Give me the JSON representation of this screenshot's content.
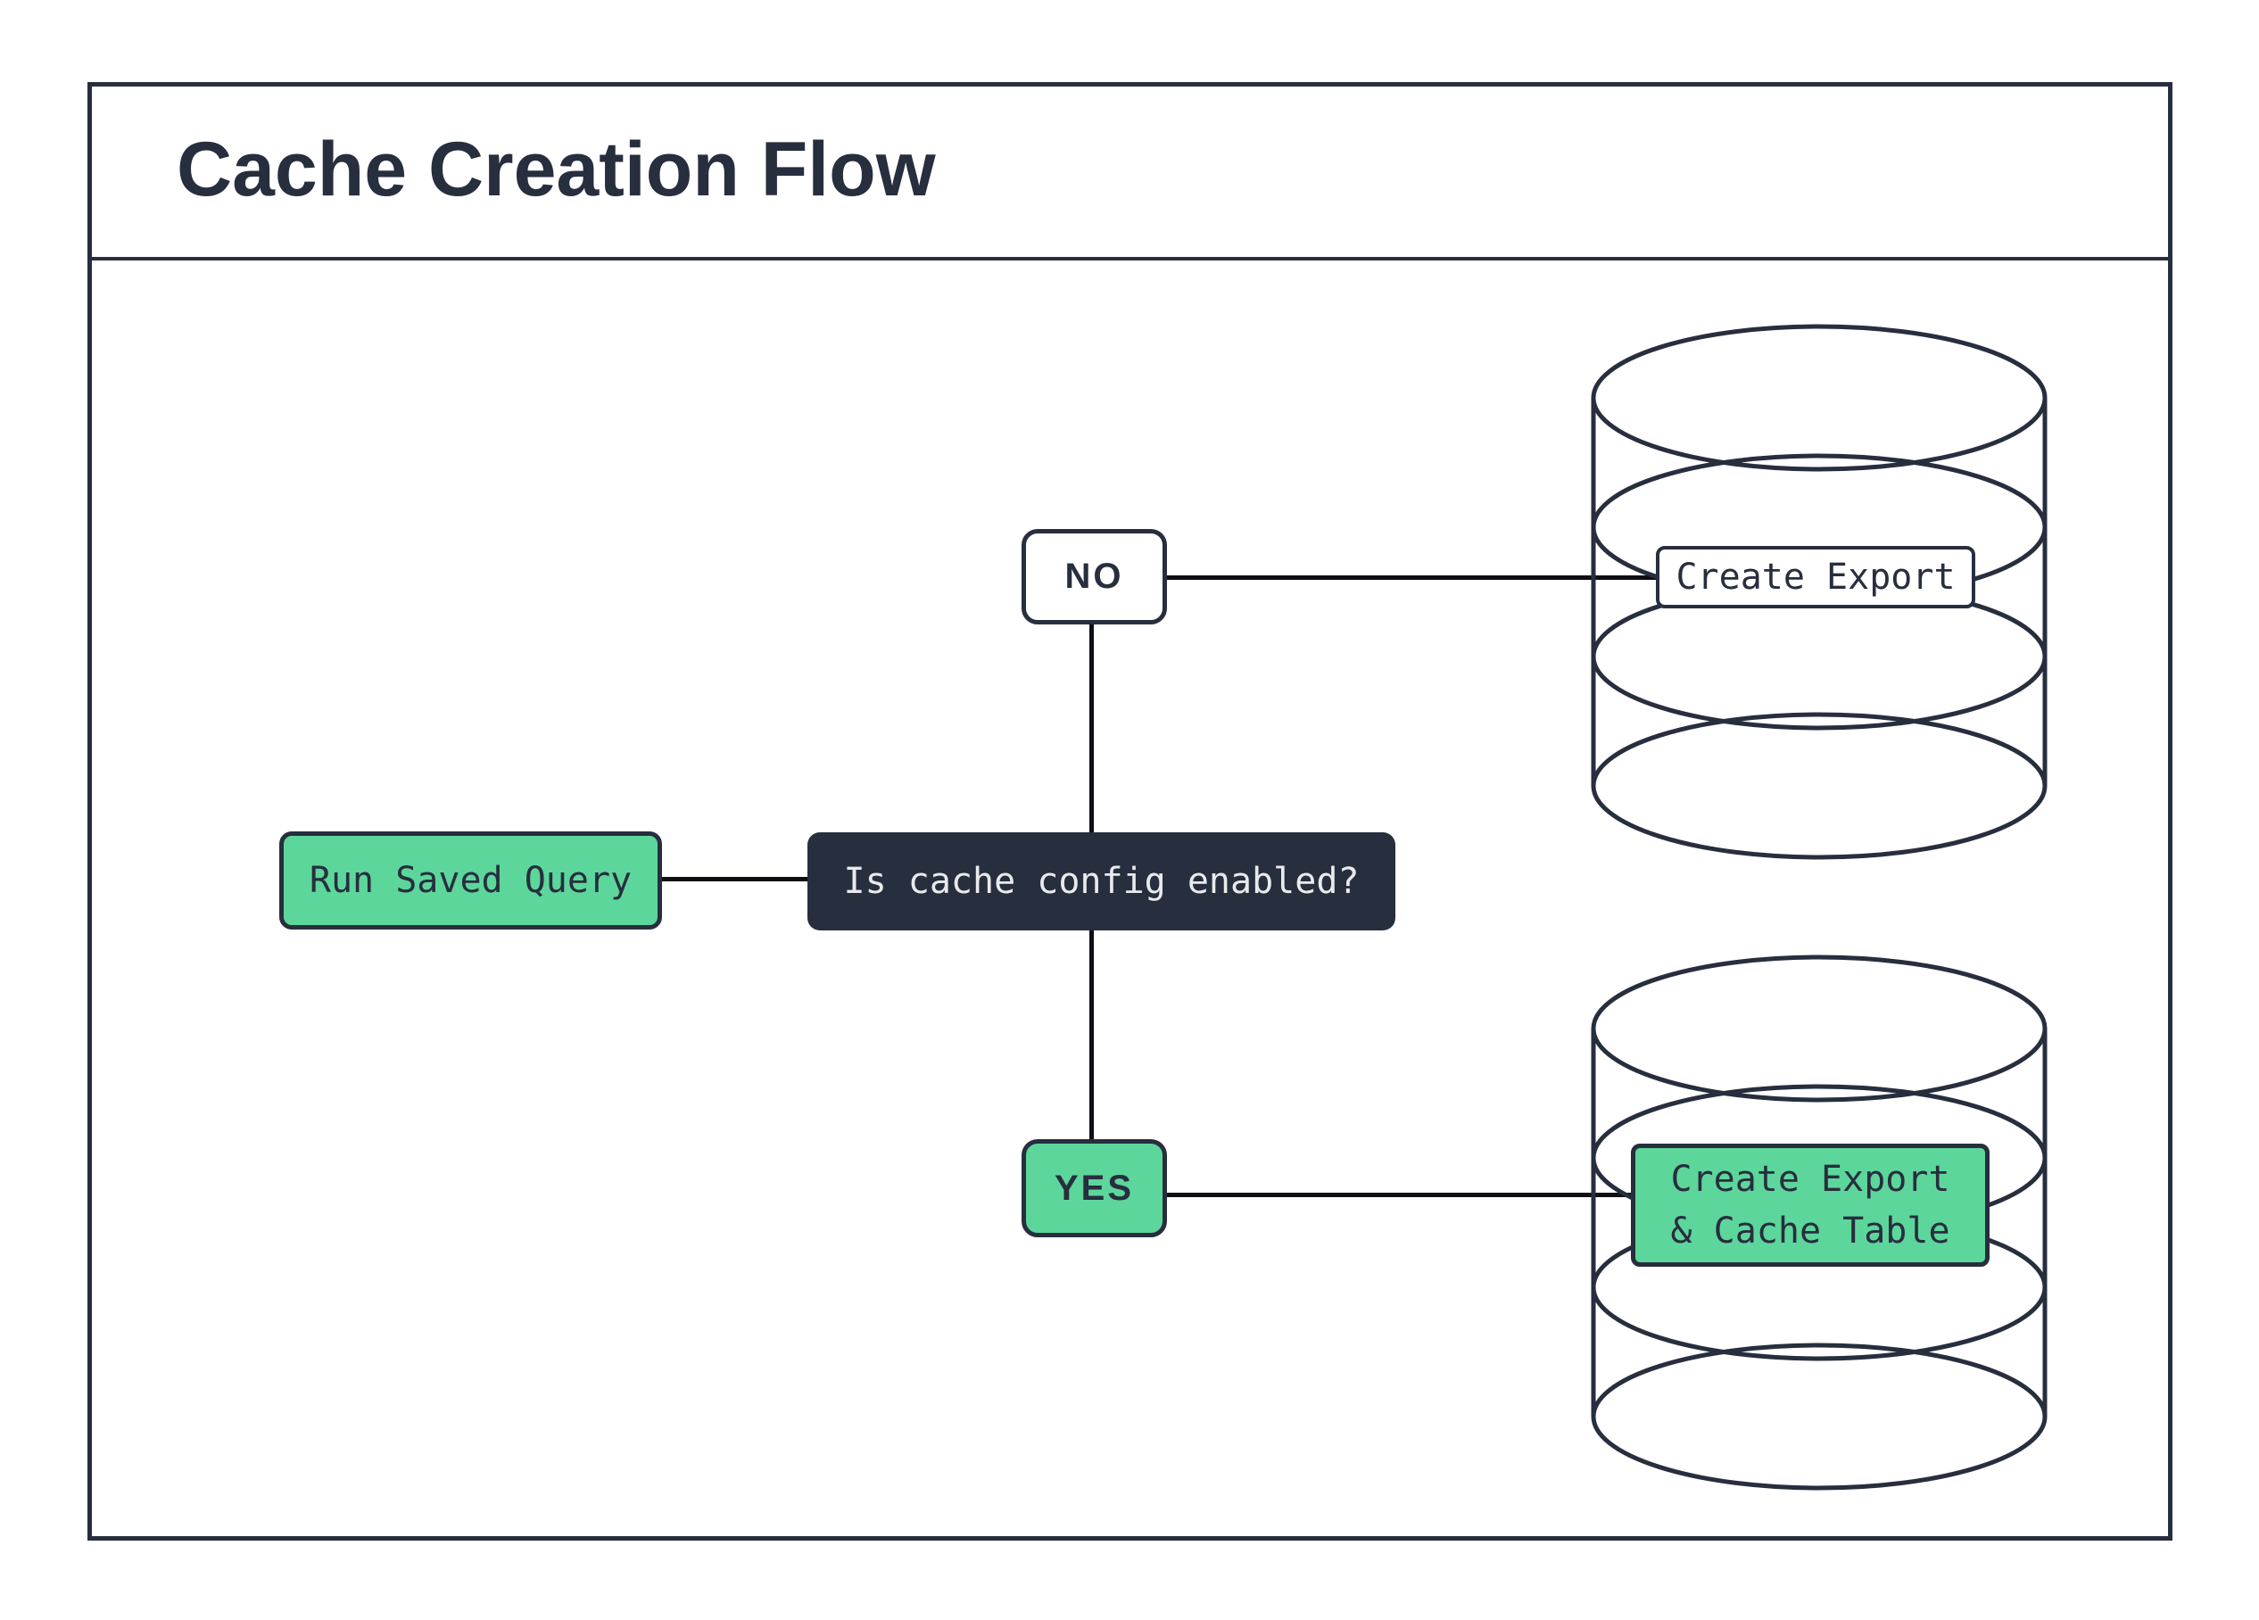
{
  "title": "Cache Creation Flow",
  "colors": {
    "ink": "#272e3e",
    "green": "#5dd69b",
    "line": "#0d0f14",
    "light": "#e9eaec",
    "bg": "#ffffff"
  },
  "flow": {
    "start_label": "Run Saved Query",
    "decision_label": "Is cache config enabled?",
    "no_label": "NO",
    "yes_label": "YES",
    "no_result": {
      "label": "Create Export"
    },
    "yes_result": {
      "line1": "Create Export",
      "line2": "& Cache Table"
    }
  }
}
